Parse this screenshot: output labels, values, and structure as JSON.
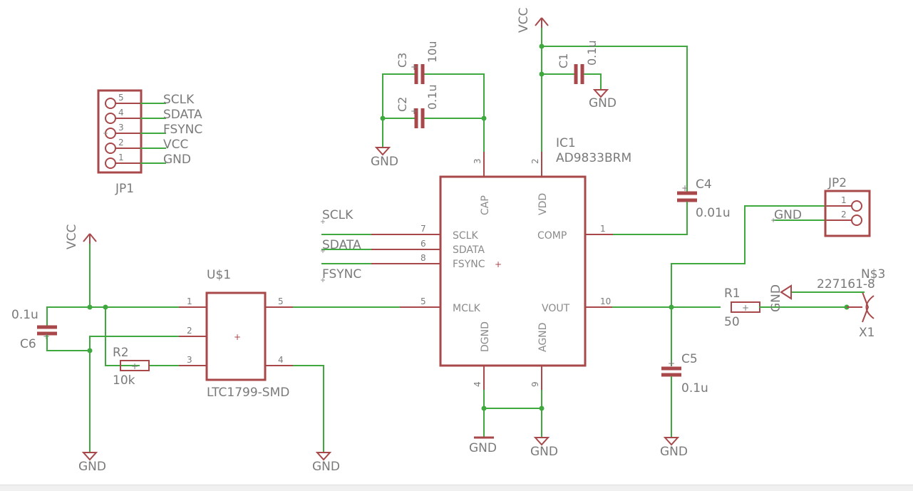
{
  "ic1": {
    "name": "IC1",
    "value": "AD9833BRM",
    "pins": {
      "cap": "CAP",
      "vdd": "VDD",
      "comp": "COMP",
      "sclk": "SCLK",
      "sdata": "SDATA",
      "fsync": "FSYNC",
      "mclk": "MCLK",
      "vout": "VOUT",
      "dgnd": "DGND",
      "agnd": "AGND"
    },
    "pin_numbers": {
      "cap": "3",
      "vdd": "2",
      "comp": "1",
      "sclk": "7",
      "sdata": "6",
      "fsync": "8",
      "mclk": "5",
      "vout": "10",
      "dgnd": "4",
      "agnd": "9"
    }
  },
  "u1": {
    "name": "U$1",
    "value": "LTC1799-SMD",
    "pin_numbers": {
      "p1": "1",
      "p2": "2",
      "p3": "3",
      "p5": "5",
      "p4": "4"
    }
  },
  "jp1": {
    "name": "JP1",
    "pins": [
      {
        "num": "5",
        "label": "SCLK"
      },
      {
        "num": "4",
        "label": "SDATA"
      },
      {
        "num": "3",
        "label": "FSYNC"
      },
      {
        "num": "2",
        "label": "VCC"
      },
      {
        "num": "1",
        "label": "GND"
      }
    ]
  },
  "jp2": {
    "name": "JP2",
    "pins": [
      {
        "num": "1"
      },
      {
        "num": "2"
      }
    ],
    "gnd_label": "GND"
  },
  "capacitors": {
    "c1": {
      "name": "C1",
      "value": "0.1u"
    },
    "c2": {
      "name": "C2",
      "value": "0.1u"
    },
    "c3": {
      "name": "C3",
      "value": "10u"
    },
    "c4": {
      "name": "C4",
      "value": "0.01u"
    },
    "c5": {
      "name": "C5",
      "value": "0.1u"
    },
    "c6": {
      "name": "C6",
      "value": "0.1u"
    }
  },
  "resistors": {
    "r1": {
      "name": "R1",
      "value": "50"
    },
    "r2": {
      "name": "R2",
      "value": "10k"
    }
  },
  "connector_x1": {
    "name": "X1",
    "value": "227161-8",
    "alt_name": "N$3",
    "gnd_label": "GND"
  },
  "nets": {
    "vcc": "VCC",
    "gnd": "GND",
    "sclk": "SCLK",
    "sdata": "SDATA",
    "fsync": "FSYNC"
  },
  "colors": {
    "wire": "#3fa83f",
    "part": "#a8484a",
    "text": "#7a7a7a",
    "background": "#ffffff"
  }
}
